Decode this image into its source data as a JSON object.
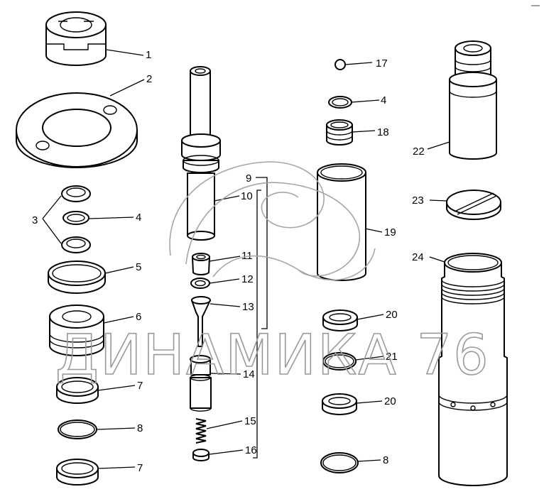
{
  "callouts": [
    "1",
    "2",
    "3",
    "4",
    "5",
    "6",
    "7",
    "8",
    "9",
    "10",
    "11",
    "12",
    "13",
    "14",
    "15",
    "16",
    "17",
    "18",
    "19",
    "20",
    "21",
    "22",
    "23",
    "24"
  ],
  "watermark": "ДИНАМИКА 76"
}
